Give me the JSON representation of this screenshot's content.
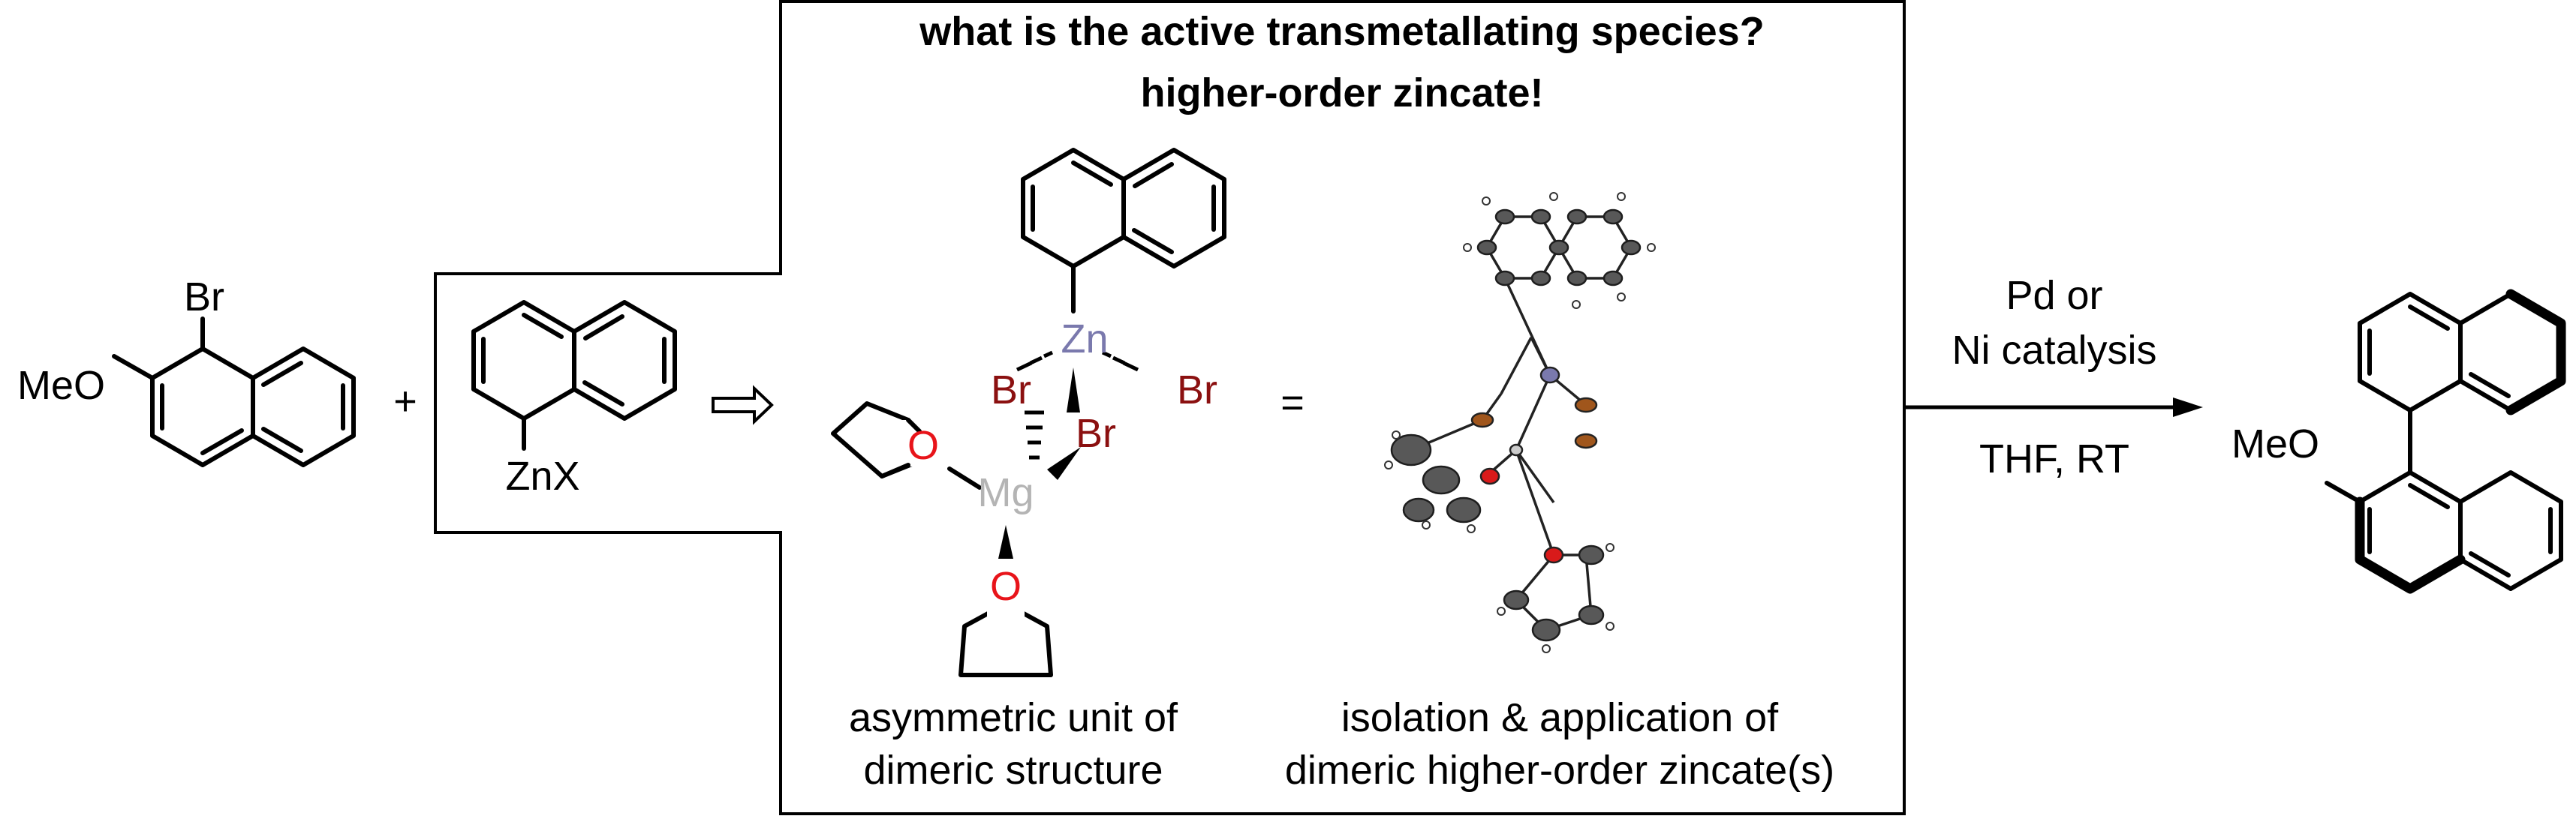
{
  "header": {
    "question": "what is the active transmetallating species?",
    "answer": "higher-order zincate!"
  },
  "reactant": {
    "label_br": "Br",
    "label_meo": "MeO"
  },
  "plus_sign": "+",
  "reagent": {
    "label_znx": "ZnX"
  },
  "equals_sign": "=",
  "asym_unit": {
    "label_zn": "Zn",
    "label_br1": "Br",
    "label_br2": "Br",
    "label_br3": "Br",
    "label_mg": "Mg",
    "label_o1": "O",
    "label_o2": "O"
  },
  "captions": {
    "left_line1": "asymmetric unit of",
    "left_line2": "dimeric structure",
    "right_line1": "isolation & application of",
    "right_line2": "dimeric higher-order zincate(s)"
  },
  "conditions": {
    "above_line1": "Pd or",
    "above_line2": "Ni catalysis",
    "below": "THF, RT"
  },
  "product": {
    "label_meo": "MeO"
  },
  "colors": {
    "oxygen": "#e8141a",
    "bromine": "#8b1010",
    "zinc": "#7a79ad",
    "magnesium": "#b4b4b4"
  }
}
